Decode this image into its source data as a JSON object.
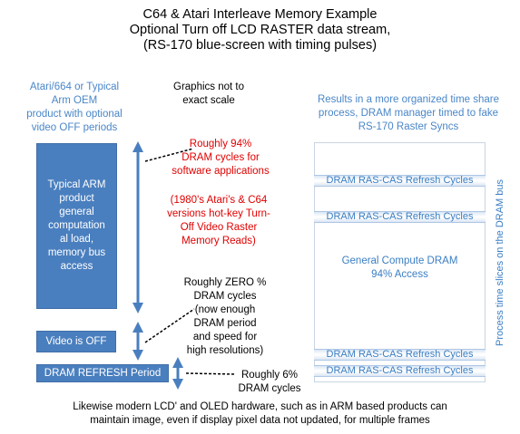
{
  "title": "C64 & Atari Interleave Memory Example\nOptional Turn off LCD RASTER data stream,\n(RS-170 blue-screen with timing pulses)",
  "left_header": "Atari/664 or Typical\nArm OEM\nproduct with optional\nvideo OFF periods",
  "graphics_note": "Graphics not to\nexact scale",
  "right_header": "Results in a more organized time share\nprocess, DRAM manager timed to fake\nRS-170 Raster Syncs",
  "boxes": {
    "arm_product": "Typical ARM\nproduct\ngeneral\ncomputation\nal load,\nmemory bus\naccess",
    "video_off": "Video is OFF",
    "dram_refresh": "DRAM REFRESH Period"
  },
  "annotations": {
    "software": "Roughly 94%\nDRAM cycles for\nsoftware applications",
    "hotkey": "(1980's Atari's & C64\nversions hot-key Turn-\nOff Video Raster\nMemory Reads)",
    "zero": "Roughly ZERO %\nDRAM cycles\n(now enough\nDRAM period\nand speed for\nhigh resolutions)",
    "six": "Roughly 6%\nDRAM cycles"
  },
  "right_panel": {
    "refresh_label": "DRAM RAS-CAS Refresh Cycles",
    "compute": "General Compute DRAM\n94% Access",
    "axis_label": "Process time slices on the DRAM bus"
  },
  "footer": "Likewise modern LCD' and OLED hardware, such as in ARM based products can\nmaintain image, even if display pixel data not updated, for multiple frames",
  "colors": {
    "box_blue": "#4a7fbf",
    "text_blue": "#4a86c8",
    "red": "#e00000"
  }
}
